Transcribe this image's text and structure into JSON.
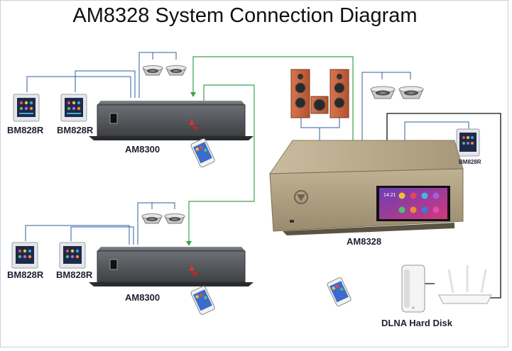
{
  "title": "AM8328 System Connection Diagram",
  "labels": {
    "panel_1": "BM828R",
    "panel_2": "BM828R",
    "panel_3": "BM828R",
    "panel_4": "BM828R",
    "panel_5": "BM828R",
    "amp_top": "AM8300",
    "amp_bottom": "AM8300",
    "main_unit": "AM8328",
    "disk": "DLNA Hard Disk",
    "screen_time": "14:21"
  },
  "colors": {
    "signal_line": "#3aa34a",
    "speaker_wire": "#2f5f9c",
    "network_cable": "#111111",
    "amp_body": "#6a6d72",
    "main_unit_body": "#b8a88a"
  },
  "icons": [
    "ceiling-speaker-icon",
    "floor-speaker-icon",
    "subwoofer-icon",
    "smartphone-icon",
    "wall-panel-icon",
    "router-icon",
    "hard-disk-icon"
  ]
}
